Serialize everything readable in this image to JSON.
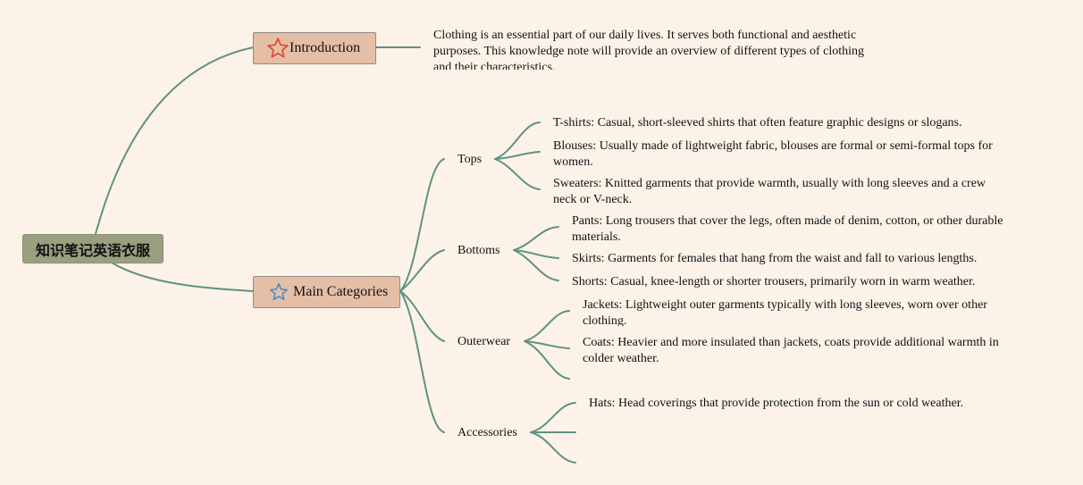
{
  "colors": {
    "background": "#fdf2e8",
    "root_fill": "#9a9f80",
    "topic_fill": "#e5bea6",
    "edge": "#5e9282",
    "star_red": "#e04a35",
    "star_blue": "#3a88d6"
  },
  "root": {
    "label": "知识笔记英语衣服"
  },
  "introduction": {
    "label": "Introduction",
    "icon": "star-outline-red-icon",
    "text": "Clothing is an essential part of our daily lives. It serves both functional and aesthetic purposes. This knowledge note will provide an overview of different types of clothing and their characteristics."
  },
  "main_categories": {
    "label": "Main Categories",
    "icon": "star-outline-blue-icon",
    "tops": {
      "label": "Tops",
      "items": [
        "T-shirts: Casual, short-sleeved shirts that often feature graphic designs or slogans.",
        "Blouses: Usually made of lightweight fabric, blouses are formal or semi-formal tops for women.",
        "Sweaters: Knitted garments that provide warmth, usually with long sleeves and a crew neck or V-neck."
      ]
    },
    "bottoms": {
      "label": "Bottoms",
      "items": [
        "Pants: Long trousers that cover the legs, often made of denim, cotton, or other durable materials.",
        "Skirts: Garments for females that hang from the waist and fall to various lengths.",
        "Shorts: Casual, knee-length or shorter trousers, primarily worn in warm weather."
      ]
    },
    "outerwear": {
      "label": "Outerwear",
      "items": [
        "Jackets: Lightweight outer garments typically with long sleeves, worn over other clothing.",
        "Coats: Heavier and more insulated than jackets, coats provide additional warmth in colder weather."
      ]
    },
    "accessories": {
      "label": "Accessories",
      "items": [
        "Hats: Head coverings that provide protection from the sun or cold weather."
      ]
    }
  }
}
